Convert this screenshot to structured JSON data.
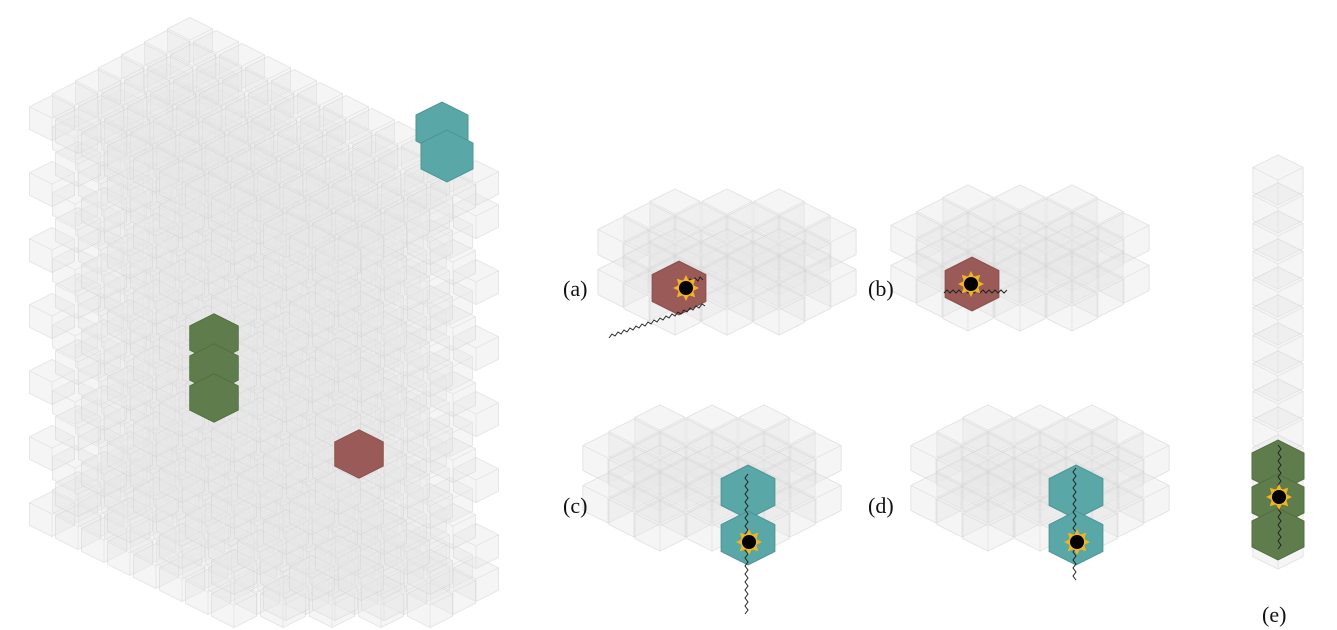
{
  "panels": [
    {
      "id": "a",
      "label": "(a)"
    },
    {
      "id": "b",
      "label": "(b)"
    },
    {
      "id": "c",
      "label": "(c)"
    },
    {
      "id": "d",
      "label": "(d)"
    },
    {
      "id": "e",
      "label": "(e)"
    }
  ],
  "colors": {
    "ghost_fill": "#e4e4e4",
    "ghost_stroke": "#cfcfcf",
    "red_cell": "#9a5b58",
    "cyan_cell": "#5aa7a8",
    "green_cell": "#5f7d4c",
    "source_core": "#000000",
    "source_rays": "#f2b51e",
    "wave": "#222222"
  },
  "icons": {
    "source": "sun-source-icon",
    "photon": "wavy-photon-icon"
  }
}
